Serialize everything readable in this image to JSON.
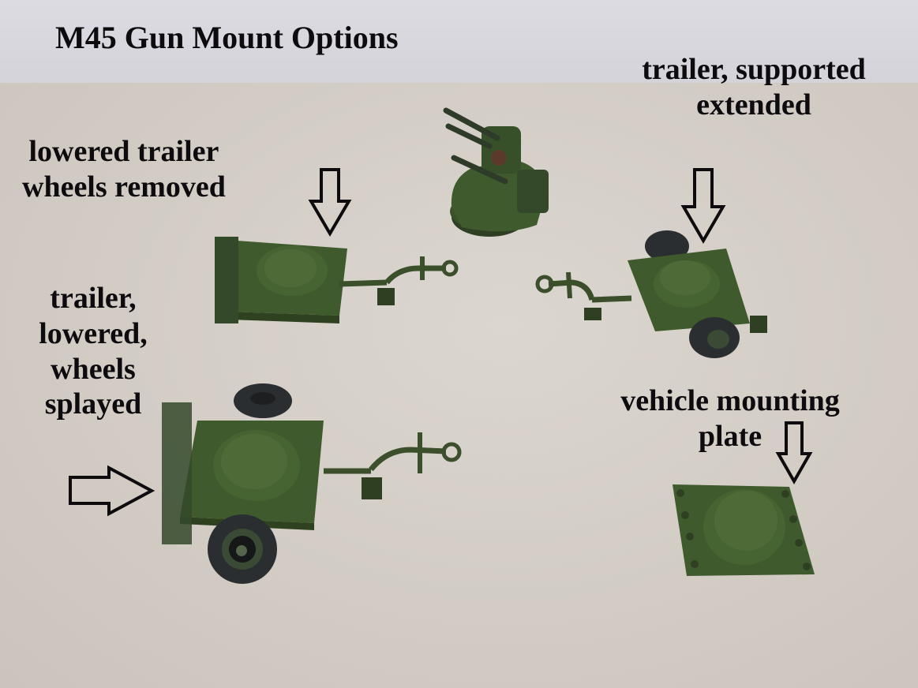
{
  "title": "M45 Gun Mount Options",
  "labels": {
    "lowered_no_wheels": "lowered trailer\nwheels removed",
    "supported_extended": "trailer, supported\nextended",
    "lowered_splayed": "trailer,\nlowered,\nwheels\nsplayed",
    "vehicle_plate": "vehicle mounting\nplate"
  },
  "colors": {
    "model_green": "#3f5a2c",
    "model_green_light": "#4e6b37",
    "tire": "#2b2e30",
    "text": "#0d0b0e",
    "background": "#d3cec7"
  },
  "objects": [
    "gun-turret",
    "trailer-lowered-wheels-removed",
    "trailer-supported-extended",
    "trailer-lowered-wheels-splayed",
    "vehicle-mounting-plate"
  ]
}
